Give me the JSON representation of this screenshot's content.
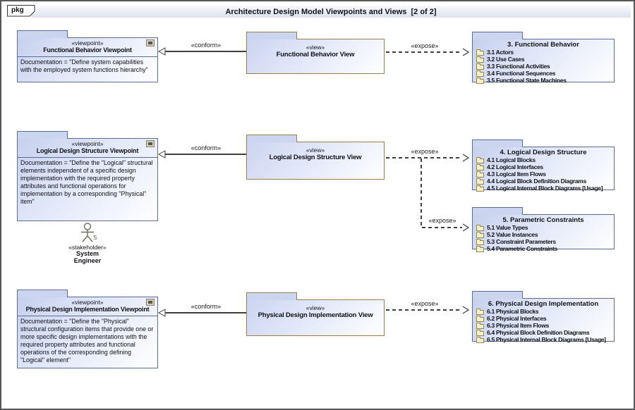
{
  "frame": {
    "tag": "pkg",
    "title": "Architecture Design Model Viewpoints and Views  [2 of 2]"
  },
  "labels": {
    "conform": "«conform»",
    "expose": "«expose»"
  },
  "viewpoints": [
    {
      "stereotype": "«viewpoint»",
      "name": "Functional Behavior Viewpoint",
      "documentation": "Documentation = \"Define system capabilities with the employed system functions hierarchy\""
    },
    {
      "stereotype": "«viewpoint»",
      "name": "Logical Design Structure Viewpoint",
      "documentation": "Documentation = \"Define the \"Logical\" structural elements independent of a specific design implementation with the required property attributes and functional operations for implementation by a corresponding \"Physical\" item\""
    },
    {
      "stereotype": "«viewpoint»",
      "name": "Physical Design Implementation Viewpoint",
      "documentation": "Documentation = \"Define the \"Physical\" structural configuration items that provide one or more specific design implementations with the required property attributes and functional operations of the corresponding defining \"Logical\" element\""
    }
  ],
  "views": [
    {
      "stereotype": "«view»",
      "name": "Functional Behavior View"
    },
    {
      "stereotype": "«view»",
      "name": "Logical Design Structure View"
    },
    {
      "stereotype": "«view»",
      "name": "Physical Design Implementation View"
    }
  ],
  "content_packages": [
    {
      "title": "3. Functional Behavior",
      "items": [
        "3.1 Actors",
        "3.2 Use Cases",
        "3.3 Functional Activities",
        "3.4 Functional Sequences",
        "3.5 Functional State Machines"
      ]
    },
    {
      "title": "4. Logical Design Structure",
      "items": [
        "4.1 Logical Blocks",
        "4.2 Logical Interfaces",
        "4.3 Logical Item Flows",
        "4.4 Logical Block Definition Diagrams",
        "4.5 Logical Internal Block Diagrams [Usage]"
      ]
    },
    {
      "title": "5. Parametric Constraints",
      "items": [
        "5.1 Value Types",
        "5.2 Value Instances",
        "5.3 Constraint Parameters",
        "5.4 Parametric Constraints"
      ]
    },
    {
      "title": "6. Physical Design Implementation",
      "items": [
        "6.1 Physical Blocks",
        "6.2 Physical Interfaces",
        "6.3 Physical Item Flows",
        "6.4 Physical Block Definition Diagrams",
        "6.5 Physical Internal Block Diagrams [Usage]"
      ]
    }
  ],
  "stakeholder": {
    "stereotype": "«stakeholder»",
    "badge": "S",
    "name_line1": "System",
    "name_line2": "Engineer"
  },
  "colors": {
    "viewpoint_border": "#5c6b94",
    "view_border": "#9c7a52",
    "package_fill_top": "#c6d0ed",
    "package_fill_bottom": "#ffffff",
    "tab_fill": "#ccd5f0",
    "connector": "#3f3f3f",
    "folder_fill": "#f6f0c8",
    "folder_border": "#99884e"
  }
}
